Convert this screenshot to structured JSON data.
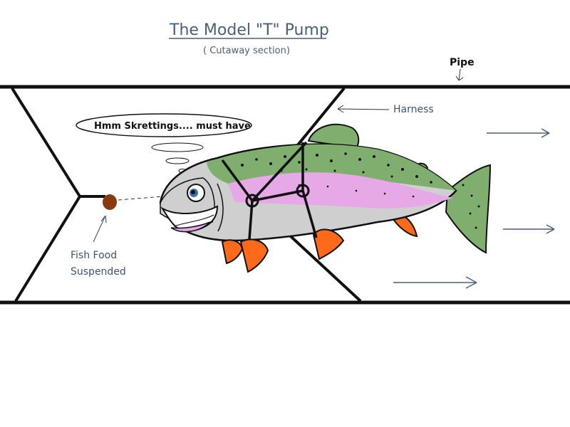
{
  "title": "The Model \"T\" Pump",
  "subtitle": "( Cutaway section)",
  "labels": {
    "pipe": "Pipe",
    "harness": "Harness",
    "food_line1": "Fish Food",
    "food_line2": "Suspended"
  },
  "thought_bubble": "Hmm Skrettings.... must have",
  "colors": {
    "pipe": "#111111",
    "label_text": "#3d5470",
    "fish_body": "#cfcfcf",
    "fish_back": "#7fae6f",
    "fish_stripe": "#e6a8e6",
    "fins": "#ff6a1a",
    "food": "#8a3a10"
  },
  "icons": {
    "flow_arrows": "right-arrow-icon",
    "fish": "trout-icon"
  }
}
